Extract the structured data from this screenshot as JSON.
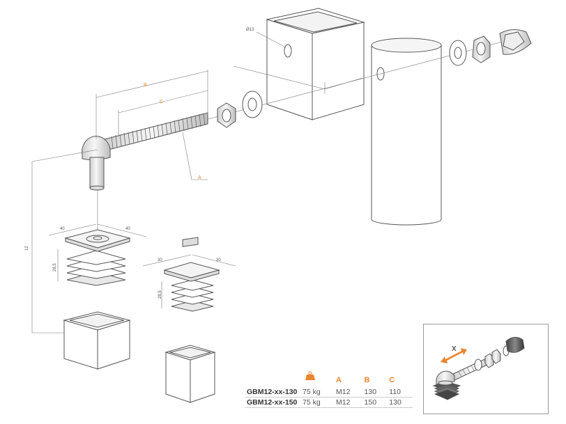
{
  "dimensions": {
    "hole": "Ø13",
    "B": "B",
    "C": "C",
    "A": "A",
    "height": "12",
    "cap1_w1": "40",
    "cap1_w2": "40",
    "cap1_h": "28,5",
    "cap2_w1": "30",
    "cap2_w2": "30",
    "cap2_h": "28,5"
  },
  "table": {
    "headers": [
      "A",
      "B",
      "C"
    ],
    "rows": [
      {
        "model": "GBM12-xx-130",
        "load": "75 kg",
        "a": "M12",
        "b": "130",
        "c": "110"
      },
      {
        "model": "GBM12-xx-150",
        "load": "75 kg",
        "a": "M12",
        "b": "150",
        "c": "130"
      }
    ]
  },
  "inset": {
    "label": "X"
  },
  "colors": {
    "accent": "#e9852f",
    "line": "#555555",
    "dim": "#7a7a7a"
  }
}
